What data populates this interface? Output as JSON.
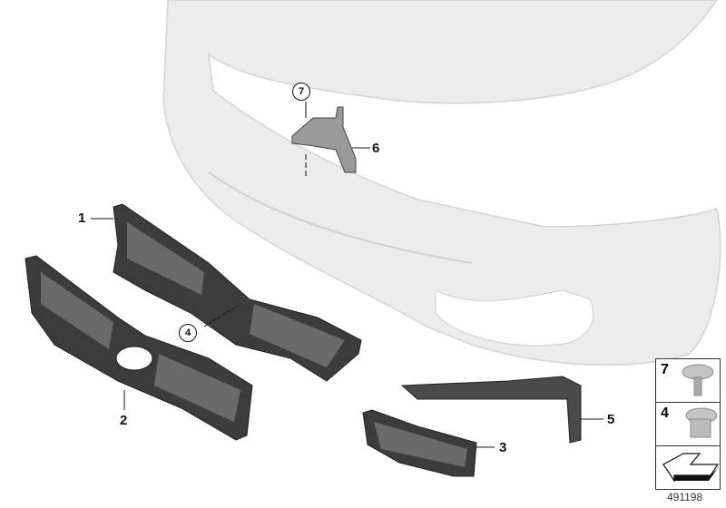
{
  "callouts": {
    "part_1": "1",
    "part_2": "2",
    "part_3": "3",
    "part_4": "4",
    "part_5": "5",
    "part_6": "6",
    "part_7": "7"
  },
  "legend": {
    "items": [
      {
        "number": "7",
        "icon": "screw-icon"
      },
      {
        "number": "4",
        "icon": "clip-nut-icon"
      },
      {
        "number": "",
        "icon": "arrow-direction-icon"
      }
    ]
  },
  "diagram_id": "491198",
  "colors": {
    "bumper": "#ececec",
    "grille": "#3c3c3c",
    "trim": "#4a4a4a"
  }
}
